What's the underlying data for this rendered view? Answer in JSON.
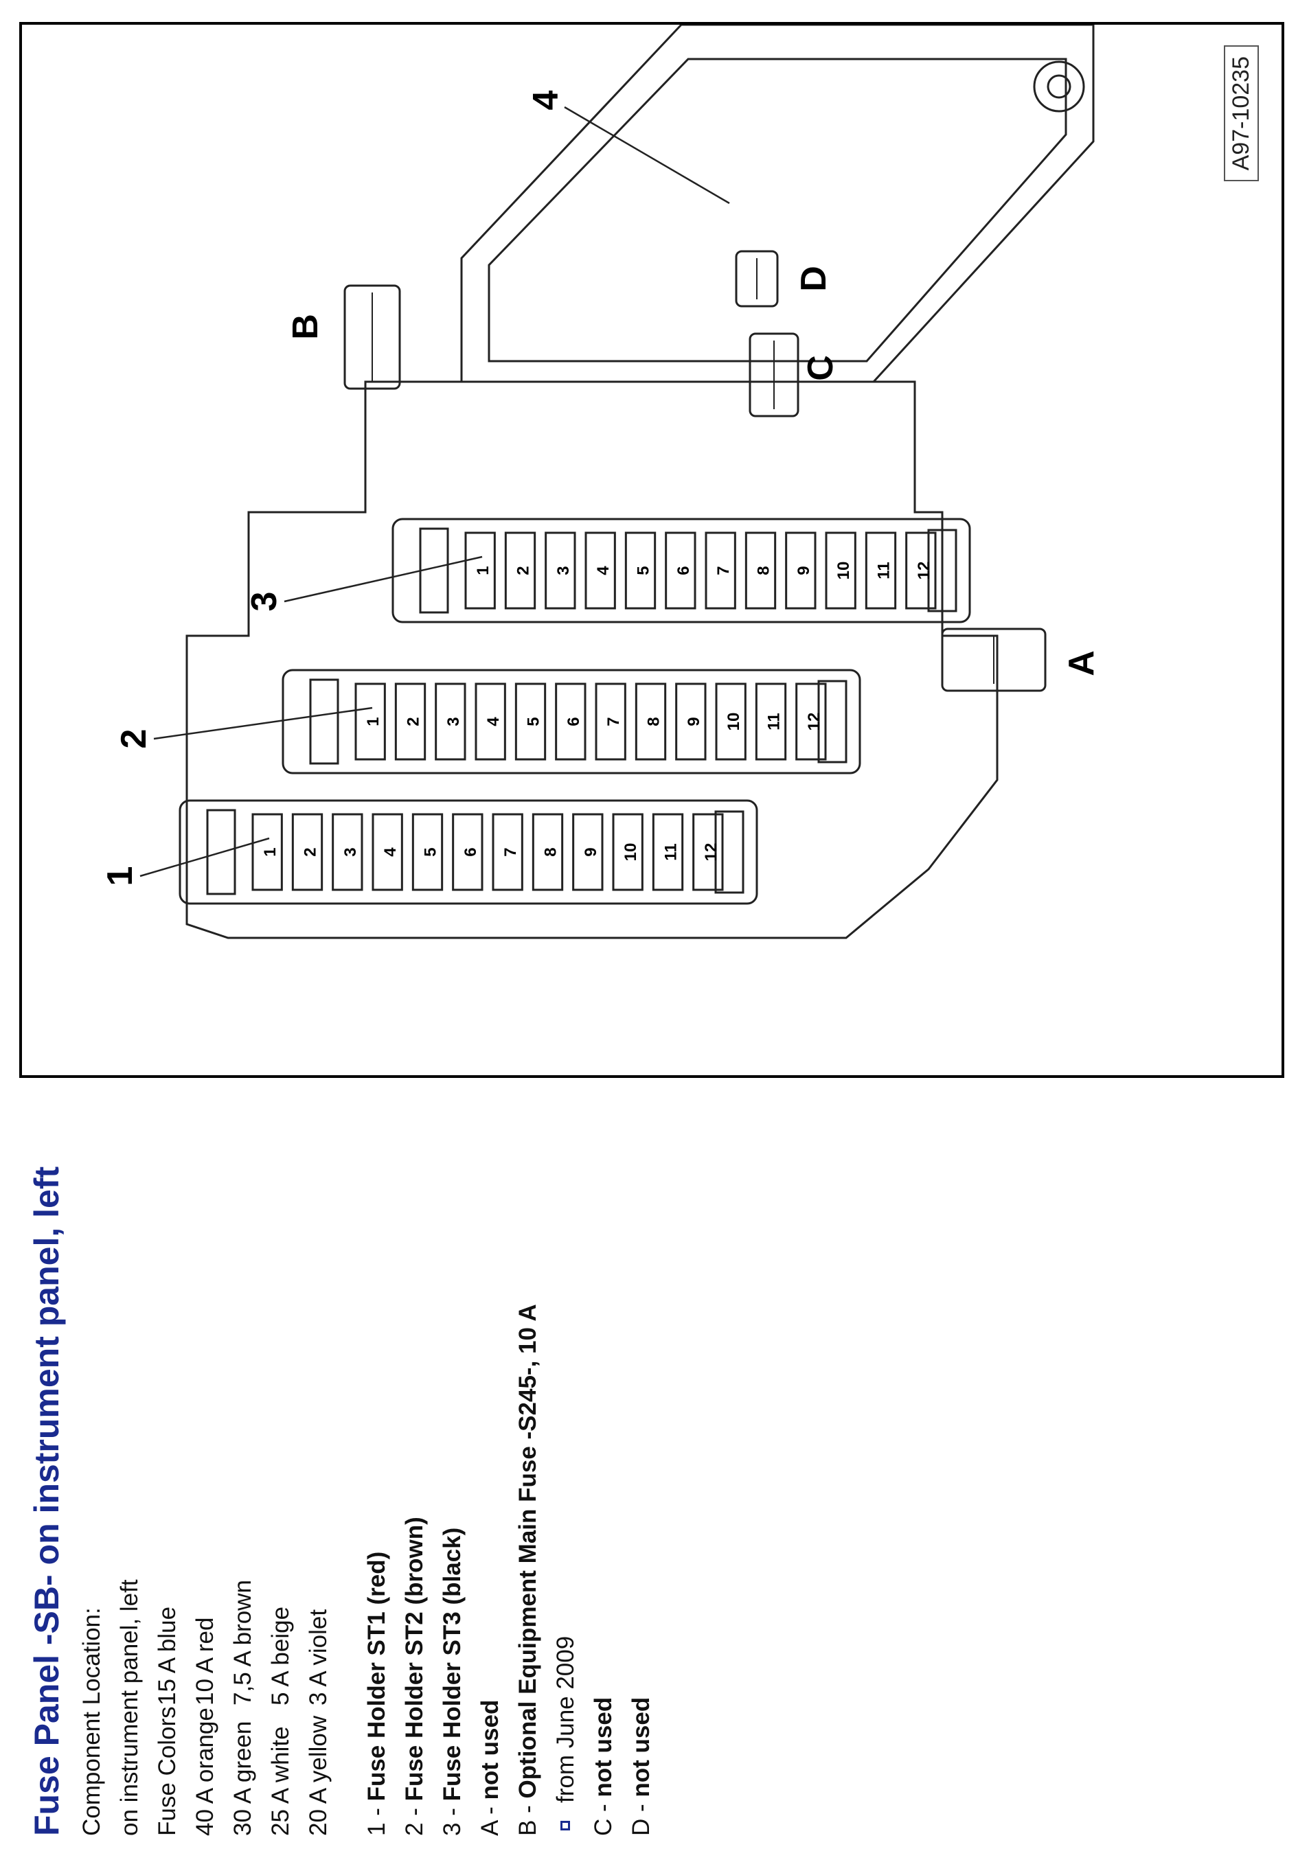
{
  "title": "Fuse Panel -SB- on instrument panel, left",
  "component_location_label": "Component Location:",
  "component_location_value": "on instrument panel, left",
  "fuse_colors": [
    {
      "amp": "Fuse Colors",
      "color": "15 A blue"
    },
    {
      "amp": "40 A orange",
      "color": "10 A red"
    },
    {
      "amp": "30 A green",
      "color": "7,5 A brown"
    },
    {
      "amp": "25 A white",
      "color": "5 A beige"
    },
    {
      "amp": "20 A yellow",
      "color": "3 A violet"
    }
  ],
  "legend": [
    {
      "key": "1 - ",
      "value": "Fuse Holder ST1 (red)"
    },
    {
      "key": "2 - ",
      "value": "Fuse Holder ST2 (brown)"
    },
    {
      "key": "3 - ",
      "value": "Fuse Holder ST3 (black)"
    },
    {
      "key": "A - ",
      "value": "not used"
    },
    {
      "key": "B - ",
      "value": "Optional Equipment Main Fuse -S245-, 10 A"
    }
  ],
  "legend_note": "from June 2009",
  "legend_tail": [
    {
      "key": "C - ",
      "value": "not used"
    },
    {
      "key": "D - ",
      "value": "not used"
    }
  ],
  "figure": {
    "id": "A97-10235",
    "callouts": [
      "1",
      "2",
      "3",
      "4",
      "A",
      "B",
      "C",
      "D"
    ],
    "holder_slots": [
      "1",
      "2",
      "3",
      "4",
      "5",
      "6",
      "7",
      "8",
      "9",
      "10",
      "11",
      "12"
    ]
  },
  "colors": {
    "title": "#1a2b8f",
    "bullet": "#1a2b8f"
  }
}
